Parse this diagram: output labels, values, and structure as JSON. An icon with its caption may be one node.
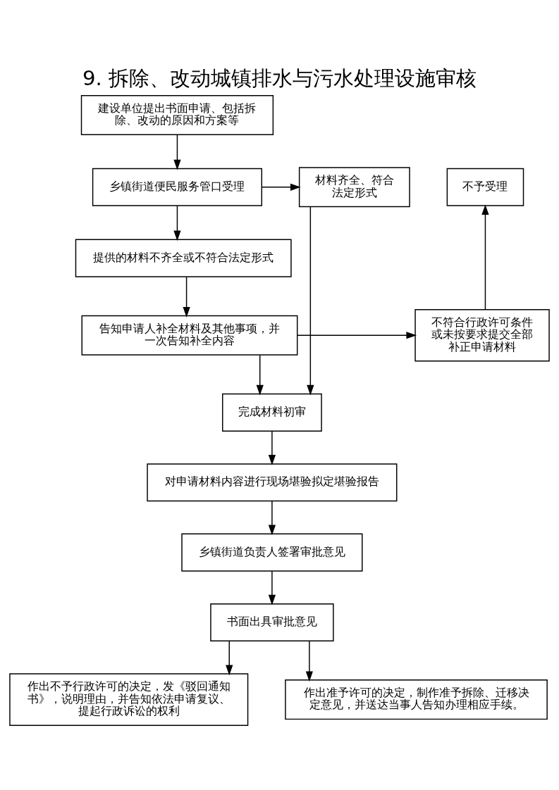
{
  "diagram": {
    "title": "9. 拆除、改动城镇排水与污水处理设施审核",
    "nodes": [
      {
        "text": [
          "建设单位提出书面申请、包括拆除、改动的原因和方案等"
        ]
      },
      {
        "text": [
          "乡镇街道便民服务管口受理"
        ]
      },
      {
        "text": [
          "不予受理"
        ]
      },
      {
        "text": [
          "材料齐全、符合法定形式"
        ]
      },
      {
        "text": [
          "提供的材料不齐全或不符合法定形式"
        ]
      },
      {
        "text": [
          "告知申请人补全材料及其他事项，并一次告知补全内容"
        ]
      },
      {
        "text": [
          "不符合行政许可条件或未按要求提交全部补正申请材料"
        ]
      },
      {
        "text": [
          "完成材料初审"
        ]
      },
      {
        "text": [
          "对申请材料内容进行现场堪验拟定堪验报告"
        ]
      },
      {
        "text": [
          "乡镇街道负责人签署审批意见"
        ]
      },
      {
        "text": [
          "书面出具审批意见"
        ]
      },
      {
        "text": [
          "作出不予行政许可的决定，发《驳回通知书》，说明理由，并告知依法申请复议、提起行政诉讼的权利"
        ]
      },
      {
        "text": [
          "作出准予许可的决定，制作准予拆除、迁移决定意见，并送达当事人告知办理相应手续。"
        ]
      }
    ],
    "edges": [
      {
        "from": 0,
        "to": 1,
        "arrow": "to"
      },
      {
        "from": 1,
        "to": 3,
        "arrow": "to"
      },
      {
        "from": 1,
        "to": 4,
        "arrow": "to"
      },
      {
        "from": 4,
        "to": 5,
        "arrow": "to"
      },
      {
        "from": 5,
        "to": 6,
        "arrow": "to"
      },
      {
        "from": 6,
        "to": 2,
        "arrow": "to"
      },
      {
        "from": 5,
        "to": 7,
        "arrow": "to"
      },
      {
        "from": 3,
        "to": 7,
        "arrow": "to"
      },
      {
        "from": 7,
        "to": 8,
        "arrow": "to"
      },
      {
        "from": 8,
        "to": 9,
        "arrow": "to"
      },
      {
        "from": 9,
        "to": 10,
        "arrow": "to"
      },
      {
        "from": 10,
        "to": 11,
        "arrow": "to"
      },
      {
        "from": 10,
        "to": 12,
        "arrow": "to"
      }
    ]
  }
}
